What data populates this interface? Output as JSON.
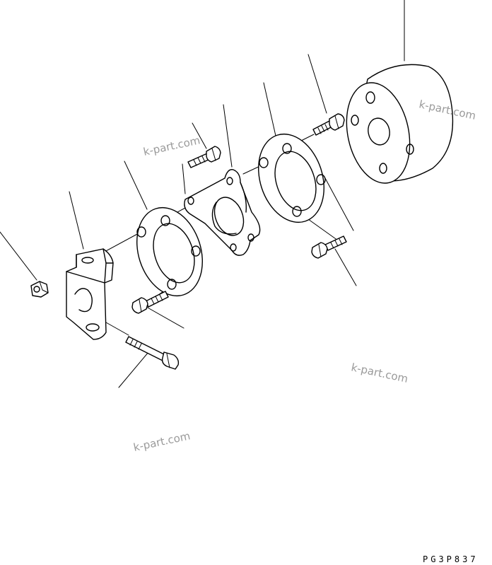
{
  "watermark": {
    "text": "k-part.com",
    "color": "#9a9a9a"
  },
  "figure_code": "PG3P837",
  "parts": [
    {
      "name": "coupling-hub"
    },
    {
      "name": "bolt"
    },
    {
      "name": "plate"
    },
    {
      "name": "flange"
    },
    {
      "name": "bolt"
    },
    {
      "name": "plate"
    },
    {
      "name": "bracket"
    },
    {
      "name": "nut"
    },
    {
      "name": "bolt"
    },
    {
      "name": "long-bolt"
    },
    {
      "name": "bolt"
    }
  ]
}
